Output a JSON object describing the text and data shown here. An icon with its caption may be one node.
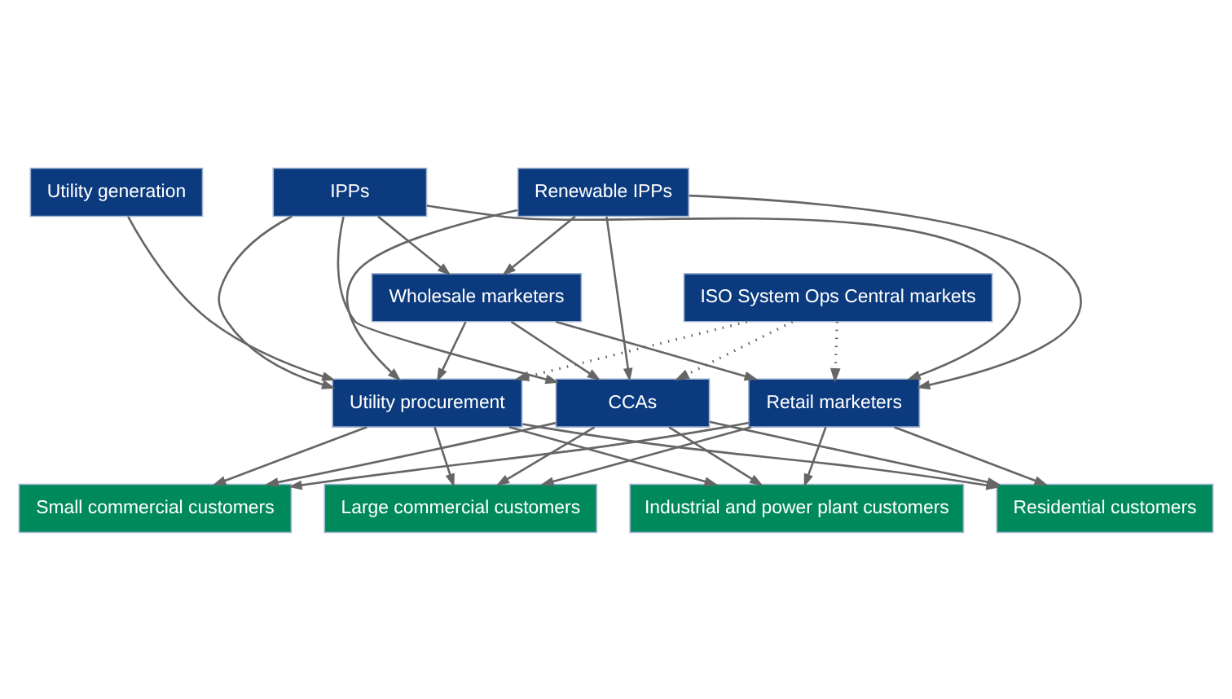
{
  "diagram": {
    "nodes": [
      {
        "text": [
          "Utility generation"
        ]
      },
      {
        "text": [
          "Renewable IPPs"
        ]
      },
      {
        "text": [
          "IPPs"
        ]
      },
      {
        "text": [
          "ISO System Ops Central markets"
        ]
      },
      {
        "text": [
          "Wholesale marketers"
        ]
      },
      {
        "text": [
          "Utility procurement"
        ]
      },
      {
        "text": [
          "CCAs"
        ]
      },
      {
        "text": [
          "Retail marketers"
        ]
      },
      {
        "text": [
          "Residential customers"
        ]
      },
      {
        "text": [
          "Small commercial customers"
        ]
      },
      {
        "text": [
          "Large commercial customers"
        ]
      },
      {
        "text": [
          "Industrial and power plant customers"
        ]
      }
    ],
    "edges": [
      {
        "from": 0,
        "to": 5,
        "arrow": "to"
      },
      {
        "from": 1,
        "to": 5,
        "arrow": "to"
      },
      {
        "from": 2,
        "to": 5,
        "arrow": "to"
      },
      {
        "from": 4,
        "to": 5,
        "arrow": "to"
      },
      {
        "from": 3,
        "to": 5,
        "arrow": "to",
        "style": "dashed"
      },
      {
        "from": 3,
        "to": 6,
        "arrow": "to",
        "style": "dashed"
      },
      {
        "from": 3,
        "to": 7,
        "arrow": "to",
        "style": "dashed"
      },
      {
        "from": 1,
        "to": 6,
        "arrow": "to"
      },
      {
        "from": 1,
        "to": 4,
        "arrow": "to"
      },
      {
        "from": 1,
        "to": 7,
        "arrow": "to"
      },
      {
        "from": 2,
        "to": 4,
        "arrow": "to"
      },
      {
        "from": 2,
        "to": 6,
        "arrow": "to"
      },
      {
        "from": 2,
        "to": 7,
        "arrow": "to"
      },
      {
        "from": 4,
        "to": 6,
        "arrow": "to"
      },
      {
        "from": 4,
        "to": 7,
        "arrow": "to"
      },
      {
        "from": 5,
        "to": 8,
        "arrow": "to"
      },
      {
        "from": 5,
        "to": 9,
        "arrow": "to"
      },
      {
        "from": 5,
        "to": 10,
        "arrow": "to"
      },
      {
        "from": 5,
        "to": 11,
        "arrow": "to"
      },
      {
        "from": 6,
        "to": 8,
        "arrow": "to"
      },
      {
        "from": 6,
        "to": 9,
        "arrow": "to"
      },
      {
        "from": 6,
        "to": 10,
        "arrow": "to"
      },
      {
        "from": 6,
        "to": 11,
        "arrow": "to"
      },
      {
        "from": 7,
        "to": 8,
        "arrow": "to"
      },
      {
        "from": 7,
        "to": 9,
        "arrow": "to"
      },
      {
        "from": 7,
        "to": 10,
        "arrow": "to"
      },
      {
        "from": 7,
        "to": 11,
        "arrow": "to"
      }
    ]
  }
}
